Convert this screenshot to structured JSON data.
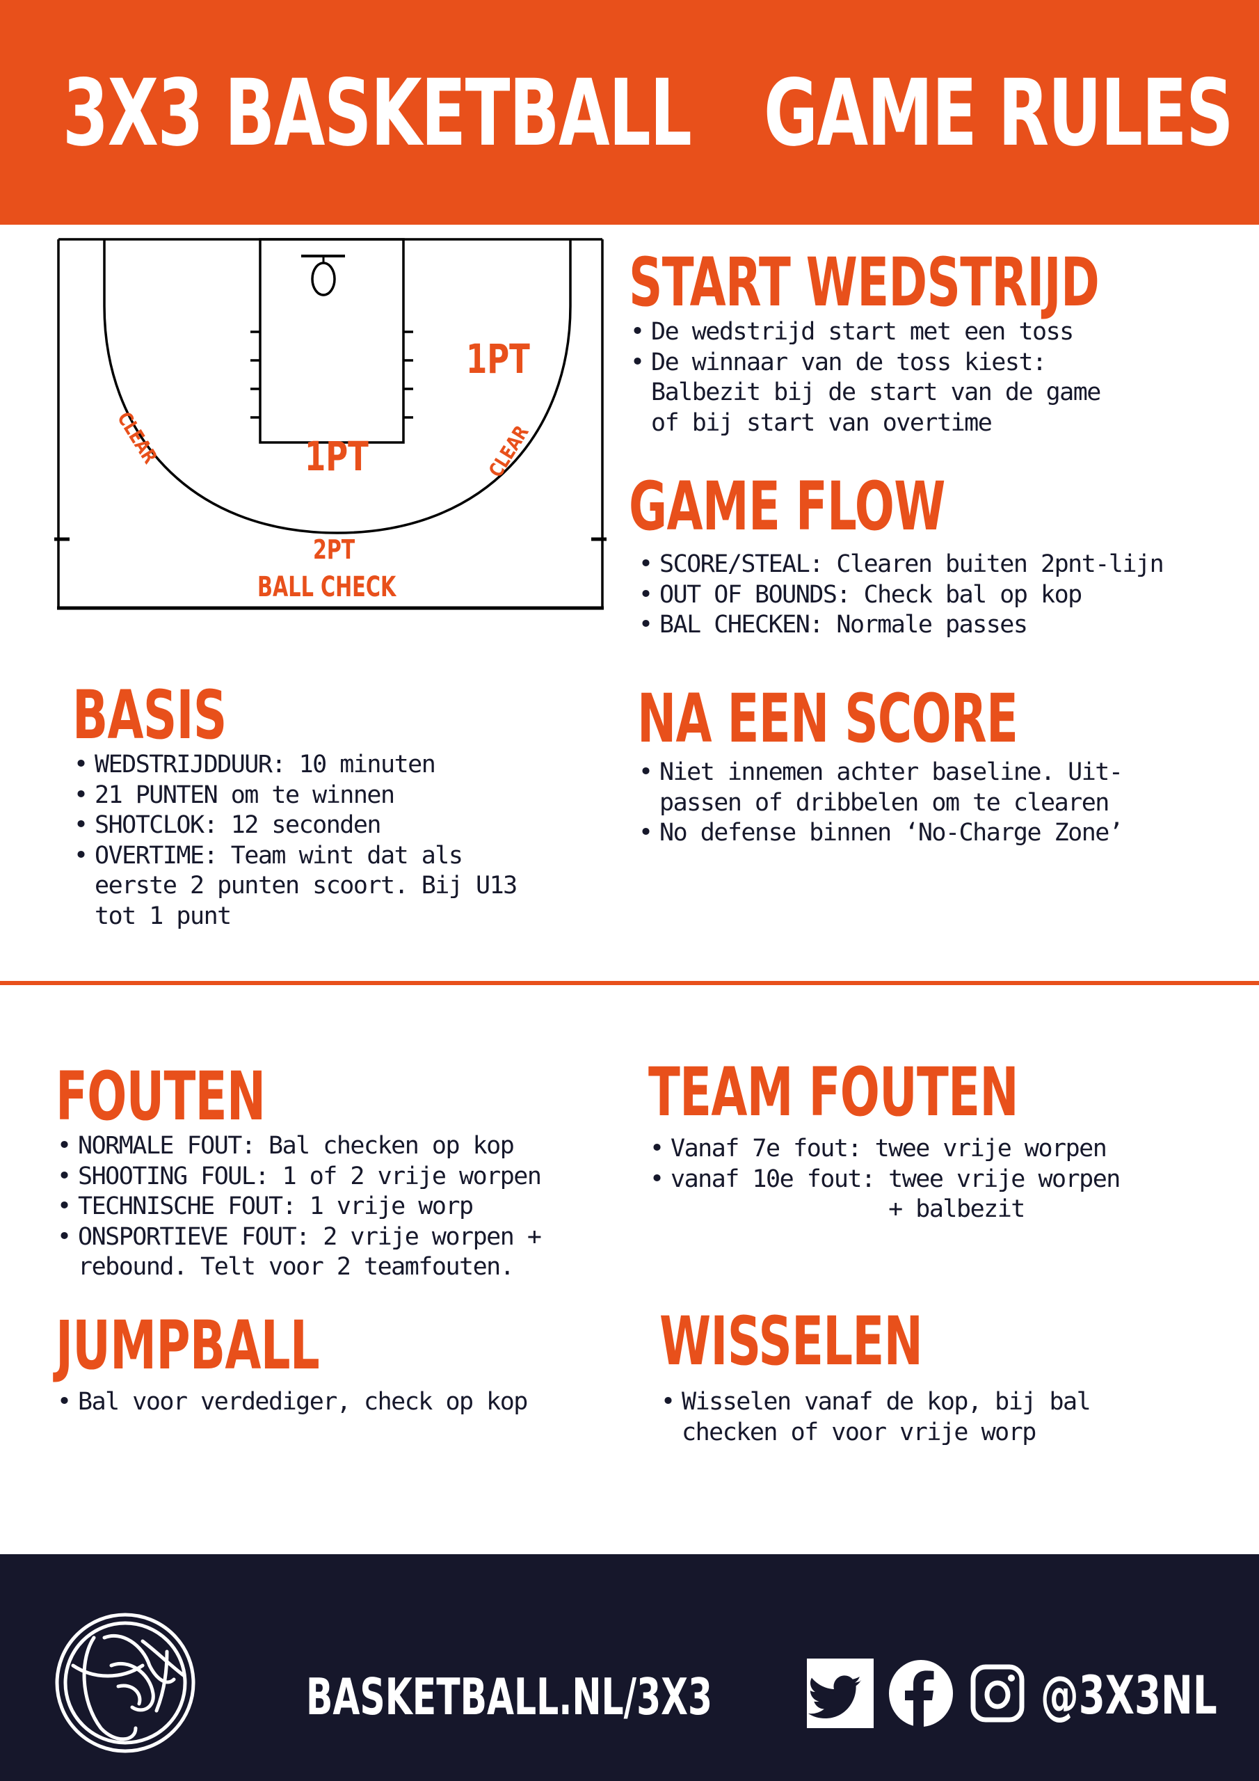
{
  "colors": {
    "accent": "#e8501b",
    "text": "#16182b",
    "footer_bg": "#16172b",
    "background": "#ffffff"
  },
  "header": {
    "title_left": "3X3 BASKETBALL",
    "title_right": "GAME RULES"
  },
  "court": {
    "labels": {
      "one_pt_right": "1PT",
      "one_pt_center": "1PT",
      "two_pt": "2PT",
      "ball_check": "BALL CHECK",
      "clear_left": "CLEAR",
      "clear_right": "CLEAR"
    }
  },
  "sections": {
    "start_wedstrijd": {
      "title": "START WEDSTRIJD",
      "items": [
        "De wedstrijd start met een toss",
        "De winnaar van de toss kiest:\nBalbezit bij de start van de game\nof bij start van overtime"
      ]
    },
    "game_flow": {
      "title": "GAME FLOW",
      "items": [
        "SCORE/STEAL: Clearen buiten 2pnt-lijn",
        "OUT OF BOUNDS: Check bal op kop",
        "BAL CHECKEN: Normale passes"
      ]
    },
    "basis": {
      "title": "BASIS",
      "items": [
        "WEDSTRIJDDUUR: 10 minuten",
        "21 PUNTEN om te winnen",
        "SHOTCLOK: 12 seconden",
        "OVERTIME: Team wint dat als\neerste 2 punten scoort. Bij U13\ntot 1 punt"
      ]
    },
    "na_een_score": {
      "title": "NA EEN SCORE",
      "items": [
        "Niet innemen achter baseline. Uit-\npassen of dribbelen om te clearen",
        "No defense binnen ‘No-Charge Zone’"
      ]
    },
    "fouten": {
      "title": "FOUTEN",
      "items": [
        "NORMALE FOUT: Bal checken op kop",
        "SHOOTING FOUL: 1 of 2 vrije worpen",
        "TECHNISCHE FOUT: 1 vrije worp",
        "ONSPORTIEVE FOUT: 2 vrije worpen +\nrebound. Telt voor 2 teamfouten."
      ]
    },
    "team_fouten": {
      "title": "TEAM FOUTEN",
      "items": [
        "Vanaf 7e fout: twee vrije worpen",
        "vanaf 10e fout: twee vrije worpen\n                + balbezit"
      ]
    },
    "jumpball": {
      "title": "JUMPBALL",
      "items": [
        "Bal voor verdediger, check op kop"
      ]
    },
    "wisselen": {
      "title": "WISSELEN",
      "items": [
        "Wisselen vanaf de kop, bij bal\nchecken of voor vrije worp"
      ]
    }
  },
  "footer": {
    "logo_icon": "basketball-lion-logo",
    "url": "BASKETBALL.NL/3X3",
    "social_icons": [
      "twitter-icon",
      "facebook-icon",
      "instagram-icon"
    ],
    "handle": "@3X3NL"
  }
}
